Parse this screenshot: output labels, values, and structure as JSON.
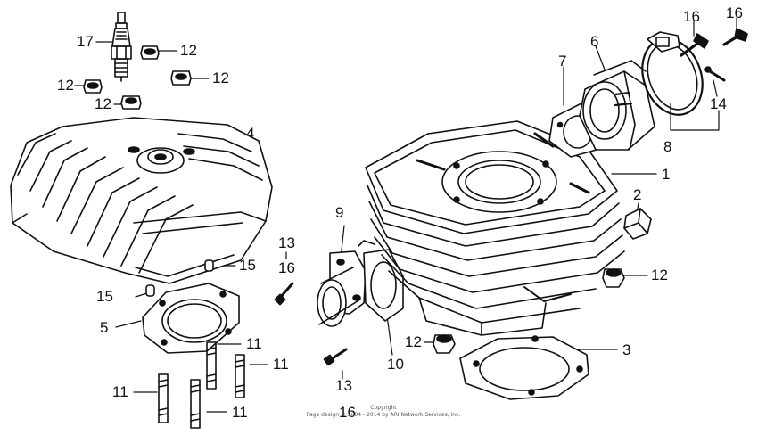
{
  "callouts": {
    "c17": "17",
    "c12_a": "12",
    "c12_b": "12",
    "c12_c": "12",
    "c12_d": "12",
    "c4": "4",
    "c15_a": "15",
    "c15_b": "15",
    "c5": "5",
    "c11_a": "11",
    "c11_b": "11",
    "c11_c": "11",
    "c11_d": "11",
    "c13_a": "13",
    "c16_a": "16",
    "c9": "9",
    "c13_b": "13",
    "c16_b": "16",
    "c10": "10",
    "c12_e": "12",
    "c3": "3",
    "c12_f": "12",
    "c2": "2",
    "c1": "1",
    "c8": "8",
    "c14": "14",
    "c7": "7",
    "c6": "6",
    "c16_c": "16",
    "c16_d": "16"
  },
  "copyright": {
    "line1": "Copyright",
    "line2": "Page design © 2004 - 2014 by ARI Network Services, Inc."
  },
  "colors": {
    "line": "#111111",
    "paper": "#ffffff",
    "shade": "#3a3a3a"
  }
}
